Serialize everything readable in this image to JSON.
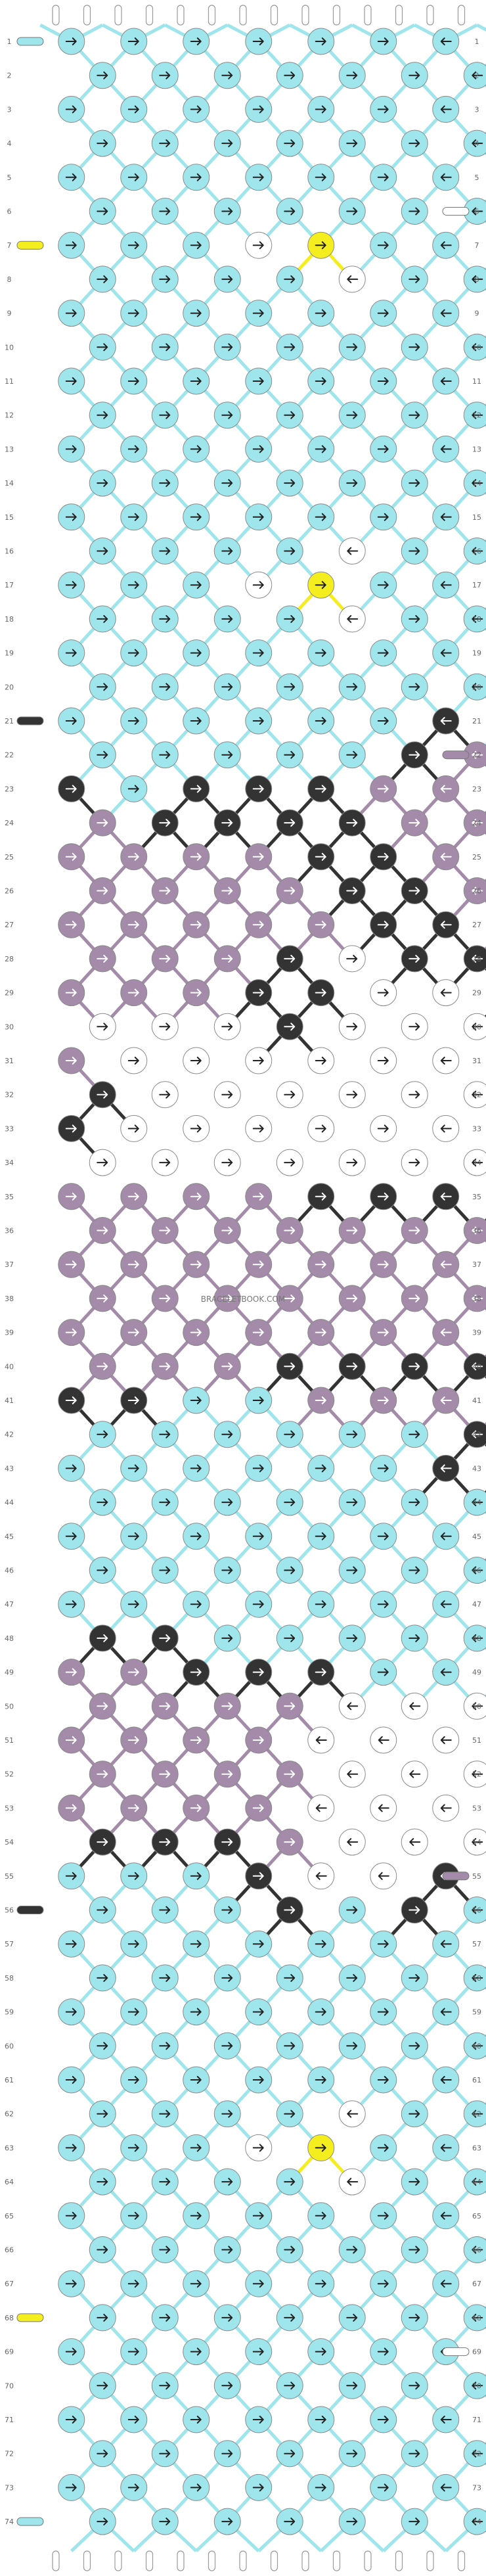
{
  "pattern": {
    "watermark": "BRACELETBOOK.COM",
    "row_labels": [
      "1",
      "2",
      "3",
      "4",
      "5",
      "6",
      "7",
      "8",
      "9",
      "10",
      "11",
      "12",
      "13",
      "14",
      "15",
      "16",
      "17",
      "18",
      "19",
      "20",
      "21",
      "22",
      "23",
      "24",
      "25",
      "26",
      "27",
      "28",
      "29",
      "30",
      "31",
      "32",
      "33",
      "34",
      "35",
      "36",
      "37",
      "38",
      "39",
      "40",
      "41",
      "42",
      "43",
      "44",
      "45",
      "46",
      "47",
      "48",
      "49",
      "50",
      "51",
      "52",
      "53",
      "54",
      "55",
      "56",
      "57",
      "58",
      "59",
      "60",
      "61",
      "62",
      "63",
      "64",
      "65",
      "66",
      "67",
      "68",
      "69",
      "70",
      "71",
      "72",
      "73",
      "74"
    ],
    "string_count": 14,
    "colors": {
      "a": "#9ee6ec",
      "b": "#ffffff",
      "c": "#f5ee1f",
      "d": "#333333",
      "e": "#a38ba9"
    },
    "knot_rows": [
      {
        "fill": "aaaaaaaaaaaaa",
        "dir": "RRRRRRLLLLLLL"
      },
      {
        "fill": "aaaaaaaaaaaa",
        "dir": "RRRRRRLLLLLL"
      },
      {
        "fill": "aaaaaaaaaaaaa",
        "dir": "RRRRRRLLLLLLL"
      },
      {
        "fill": "aaaaaaaaaaaa",
        "dir": "RRRRRRLLLLLL"
      },
      {
        "fill": "aaaaaaaaaaaaa",
        "dir": "RRRRRRLLLLLLL"
      },
      {
        "fill": "aaaaaaaaaaaa",
        "dir": "RRRRRRLLLLLL"
      },
      {
        "fill": "aaabcaaaaaaaa",
        "dir": "RRRRRRLLLLLLL"
      },
      {
        "fill": "aaaabaaaaaaa",
        "dir": "RRRRLRLLLLLL"
      },
      {
        "fill": "aaaaaaaaaaaaa",
        "dir": "RRRRRRLLLLLLL"
      },
      {
        "fill": "aaaaaaaaaaaa",
        "dir": "RRRRRRLLLLLL"
      },
      {
        "fill": "aaaaaaaabaaaa",
        "dir": "RRRRRRLLLLLLL"
      },
      {
        "fill": "aaaaaaaacbaa",
        "dir": "RRRRRRLLLLLL"
      },
      {
        "fill": "aaaaaaaaaaaaa",
        "dir": "RRRRRRLLLLLLL"
      },
      {
        "fill": "aaaaaaaaaaaa",
        "dir": "RRRRRRLLLLLL"
      },
      {
        "fill": "aaaaaaaaaaaaa",
        "dir": "RRRRRRLLLLLLL"
      },
      {
        "fill": "aaaabaaaaaaa",
        "dir": "RRRRLRLLLLLL"
      },
      {
        "fill": "aaabcaaaaaaaa",
        "dir": "RRRRRRLLLLLLL"
      },
      {
        "fill": "aaaabaaaaaaa",
        "dir": "RRRRLRLLLLLL"
      },
      {
        "fill": "aaaaaaaaaaaaa",
        "dir": "RRRRRRLLLLLLL"
      },
      {
        "fill": "aaaaaaaaaaaa",
        "dir": "RRRRRRLLLLLL"
      },
      {
        "fill": "aaaaaadadaaaa",
        "dir": "RRRRRRLLLLLLL"
      },
      {
        "fill": "aaaaadedeaaa",
        "dir": "RRRRRRLLLLLL"
      },
      {
        "fill": "dadddeeeedaaa",
        "dir": "RRRRRRLLLLLLL"
      },
      {
        "fill": "eddddeeedaaa",
        "dir": "RRRRRRLLLLLL"
      },
      {
        "fill": "eeeeddeeedaaa",
        "dir": "RRRRRRLLLLLLL"
      },
      {
        "fill": "eeeeddeedaaa",
        "dir": "RRRRRRLLLLLL"
      },
      {
        "fill": "eeeeeddeddaaa",
        "dir": "RRRRRRLLLLLLL"
      },
      {
        "fill": "eeedbddddaaa",
        "dir": "RRRRRRLLLLLL"
      },
      {
        "fill": "eeeddbbdddaaa",
        "dir": "RRRRRRLLLLLLL"
      },
      {
        "fill": "bbbdbbbbbdaa",
        "dir": "RRRRRRLLLLLL"
      },
      {
        "fill": "ebbbbbbbbbdaa",
        "dir": "RRRRRRLLLLLLL"
      },
      {
        "fill": "dbbbbbbbbdaa",
        "dir": "RRRRRRLLLLLL"
      },
      {
        "fill": "dbbbbbbbbbdaa",
        "dir": "RRRRRRLLLLLLL"
      },
      {
        "fill": "bbbbbbbbbdaa",
        "dir": "RRRRRRLLLLLL"
      },
      {
        "fill": "eeeeddddeedaa",
        "dir": "RRRRRRLLLLLLL"
      },
      {
        "fill": "eeeeeeedeaaa",
        "dir": "RRRRRRLLLLLL"
      },
      {
        "fill": "eeeeeeeeeddda",
        "dir": "RRRRRRLLLLLLL"
      },
      {
        "fill": "eeeeeeeeeeed",
        "dir": "RRRRRRLLLLLL"
      },
      {
        "fill": "eeeeeeeeeeeed",
        "dir": "RRRRRRLLLLLLL"
      },
      {
        "fill": "eeeddddddddd",
        "dir": "RRRRRRLLLLLL"
      },
      {
        "fill": "ddaaeeeeeeedd",
        "dir": "RRRRRRLLLLLLL"
      },
      {
        "fill": "aaaaaaddeeed",
        "dir": "RRRRRRLLLLLL"
      },
      {
        "fill": "aaaaaaddeddda",
        "dir": "RRRRRRLLLLLLL"
      },
      {
        "fill": "aaaaaaaadaaa",
        "dir": "RRRRRRLLLLLL"
      },
      {
        "fill": "aaaaaaaeaaaaa",
        "dir": "RRRRRRLLLLLLL"
      },
      {
        "fill": "aaaaaaaaaaaa",
        "dir": "RRRRRRLLLLLL"
      },
      {
        "fill": "aaaaaaaaaaaaa",
        "dir": "RRRRRRLLLLLLL"
      },
      {
        "fill": "ddaaaaaaaaaa",
        "dir": "RRRRRRLLLLLL"
      },
      {
        "fill": "eedddaaaaaaaa",
        "dir": "RRRRRRLLLLLLL"
      },
      {
        "fill": "eeeebbbbbdaa",
        "dir": "RRRRLLLLLLLL"
      },
      {
        "fill": "eeeebbbbbbdaa",
        "dir": "RRRRLLLLLLLLL"
      },
      {
        "fill": "eeeebbbbbdaa",
        "dir": "RRRRLLLLLLLL"
      },
      {
        "fill": "eeeebbbbbbdaa",
        "dir": "RRRRLLLLLLLLL"
      },
      {
        "fill": "dddebbbbbdaa",
        "dir": "RRRRLLLLLLLL"
      },
      {
        "fill": "aaadbbdbaaaaa",
        "dir": "RRRRLLLLLLLLL"
      },
      {
        "fill": "aaadadaaaaaa",
        "dir": "RRRRRRLLLLLL"
      },
      {
        "fill": "aaaaaaaaabaaa",
        "dir": "RRRRRRLLLLLLL"
      },
      {
        "fill": "aaaaaaaacaaa",
        "dir": "RRRRRRLLLLLL"
      },
      {
        "fill": "aaaaaaaabaaaa",
        "dir": "RRRRRRLLLLLLL"
      },
      {
        "fill": "aaaaaaaaaaaa",
        "dir": "RRRRRRLLLLLL"
      },
      {
        "fill": "aaaaaaaaaaaaa",
        "dir": "RRRRRRLLLLLLL"
      },
      {
        "fill": "aaaabaaaaaaa",
        "dir": "RRRRLRLLLLLL"
      },
      {
        "fill": "aaabcaaaaaaaa",
        "dir": "RRRRRRLLLLLLL"
      },
      {
        "fill": "aaaabaaaaaaa",
        "dir": "RRRRLRLLLLLL"
      },
      {
        "fill": "aaaaaaaaaaaaa",
        "dir": "RRRRRRLLLLLLL"
      },
      {
        "fill": "aaaaaaaaaaaa",
        "dir": "RRRRRRLLLLLL"
      },
      {
        "fill": "aaaaaaaabaaaa",
        "dir": "RRRRRRLLLLLLL"
      },
      {
        "fill": "aaaaaaaacbaa",
        "dir": "RRRRRRLLLLLL"
      },
      {
        "fill": "aaaaaaaaaaaaa",
        "dir": "RRRRRRLLLLLLL"
      },
      {
        "fill": "aaaaaaaaaaaa",
        "dir": "RRRRRRLLLLLL"
      },
      {
        "fill": "aaaaaaaaaaaaa",
        "dir": "RRRRRRLLLLLLL"
      },
      {
        "fill": "aaaaaaaaaaaa",
        "dir": "RRRRRRLLLLLL"
      },
      {
        "fill": "aaaaaaaaaaaaa",
        "dir": "RRRRRRLLLLLLL"
      },
      {
        "fill": "aaaaaaaaaaaa",
        "dir": "RRRRRRLLLLLL"
      }
    ],
    "side_tabs": [
      {
        "row": 1,
        "side": "left",
        "color": "a"
      },
      {
        "row": 6,
        "side": "right",
        "color": "b"
      },
      {
        "row": 7,
        "side": "left",
        "color": "c"
      },
      {
        "row": 21,
        "side": "left",
        "color": "d"
      },
      {
        "row": 22,
        "side": "right",
        "color": "e"
      },
      {
        "row": 55,
        "side": "right",
        "color": "e"
      },
      {
        "row": 56,
        "side": "left",
        "color": "d"
      },
      {
        "row": 68,
        "side": "left",
        "color": "c"
      },
      {
        "row": 69,
        "side": "right",
        "color": "b"
      },
      {
        "row": 74,
        "side": "left",
        "color": "a"
      }
    ]
  }
}
